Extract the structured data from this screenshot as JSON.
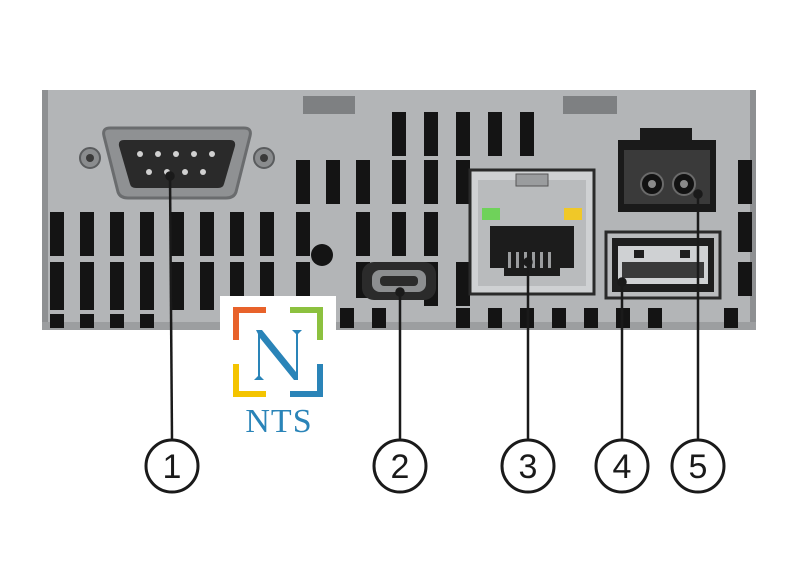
{
  "callouts": [
    {
      "id": "1",
      "label": "1"
    },
    {
      "id": "2",
      "label": "2"
    },
    {
      "id": "3",
      "label": "3"
    },
    {
      "id": "4",
      "label": "4"
    },
    {
      "id": "5",
      "label": "5"
    }
  ],
  "logo": {
    "letter": "N",
    "text": "NTS",
    "colors": {
      "orange": "#e8622a",
      "green": "#8cc13f",
      "yellow": "#f4c400",
      "blue": "#2a84b8"
    }
  },
  "colors": {
    "panel": "#b3b5b7",
    "slot": "#141414",
    "callout_line": "#1a1a1a",
    "led_green": "#6fd25a",
    "led_yellow": "#f0c828"
  }
}
